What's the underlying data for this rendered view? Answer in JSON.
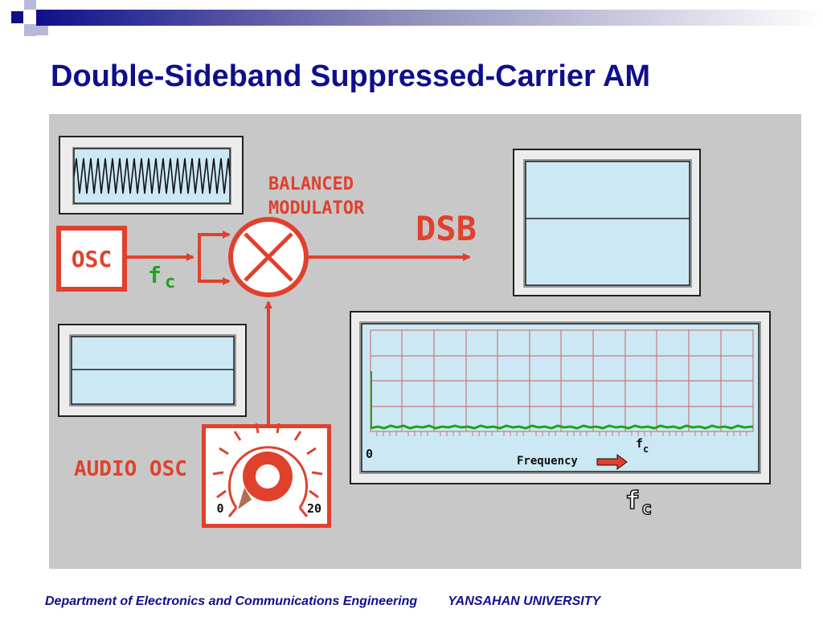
{
  "slide": {
    "title": "Double-Sideband Suppressed-Carrier AM"
  },
  "diagram": {
    "balanced_modulator_label_line1": "BALANCED",
    "balanced_modulator_label_line2": "MODULATOR",
    "dsb_label": "DSB",
    "osc_label": "OSC",
    "fc_label_f": "f",
    "fc_label_c": "c",
    "audio_osc_label": "AUDIO OSC",
    "dial_min": "0",
    "dial_max": "20",
    "spectrum_origin": "0",
    "spectrum_fc_f": "f",
    "spectrum_fc_c": "c",
    "spectrum_frequency_label": "Frequency",
    "bottom_fc_f": "f",
    "bottom_fc_c": "c",
    "colors": {
      "red": "#e0412d",
      "green": "#1ea41e",
      "screen": "#cce8f4",
      "panel": "#c8c8c8"
    }
  },
  "footer": {
    "department": "Department of Electronics and Communications Engineering",
    "university": "YANSAHAN UNIVERSITY"
  }
}
